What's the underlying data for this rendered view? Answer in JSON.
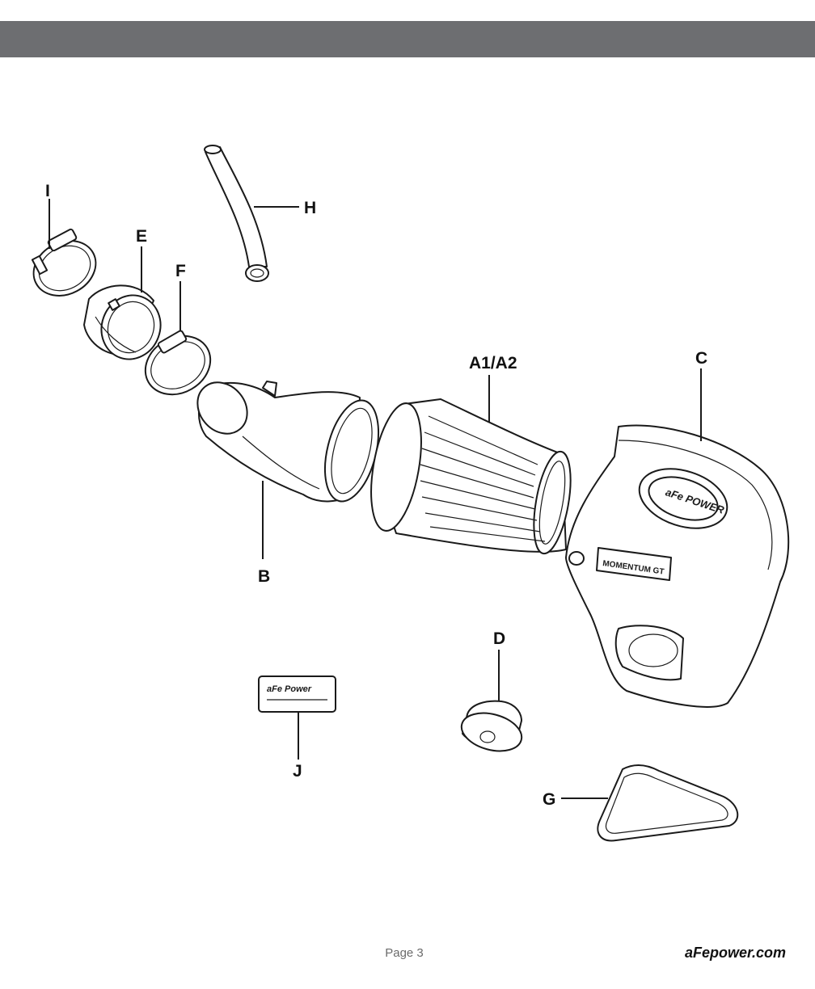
{
  "header": {
    "bar_color": "#6d6e71"
  },
  "labels": {
    "a": "A1/A2",
    "b": "B",
    "c": "C",
    "d": "D",
    "e": "E",
    "f": "F",
    "g": "G",
    "h": "H",
    "i": "I",
    "j": "J"
  },
  "footer": {
    "page": "Page 3",
    "site": "aFepower.com"
  }
}
